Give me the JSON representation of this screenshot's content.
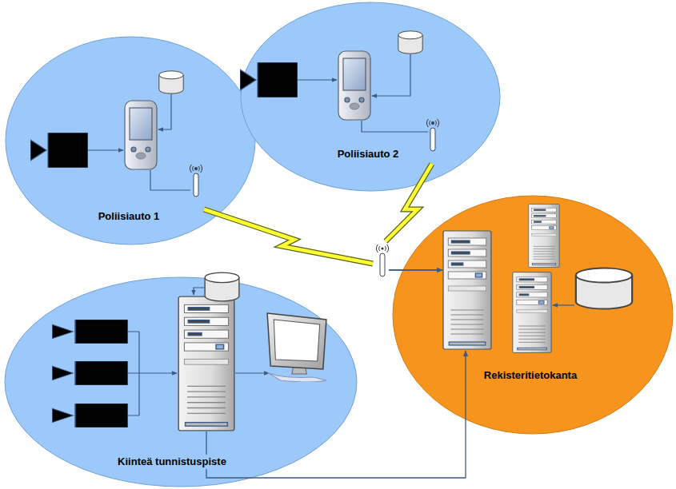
{
  "diagram": {
    "nodes": [
      {
        "text": [
          "Poliisiauto 1"
        ]
      },
      {
        "text": [
          "Poliisiauto 2"
        ]
      },
      {
        "text": [
          "Kiinteä tunnistuspiste"
        ]
      },
      {
        "text": [
          "Rekisteritietokanta"
        ]
      }
    ],
    "edges": [
      {
        "from": 0,
        "to": 3,
        "arrow": "to"
      },
      {
        "from": 1,
        "to": 3,
        "arrow": "to"
      },
      {
        "from": 2,
        "to": 3,
        "arrow": "to"
      }
    ]
  }
}
